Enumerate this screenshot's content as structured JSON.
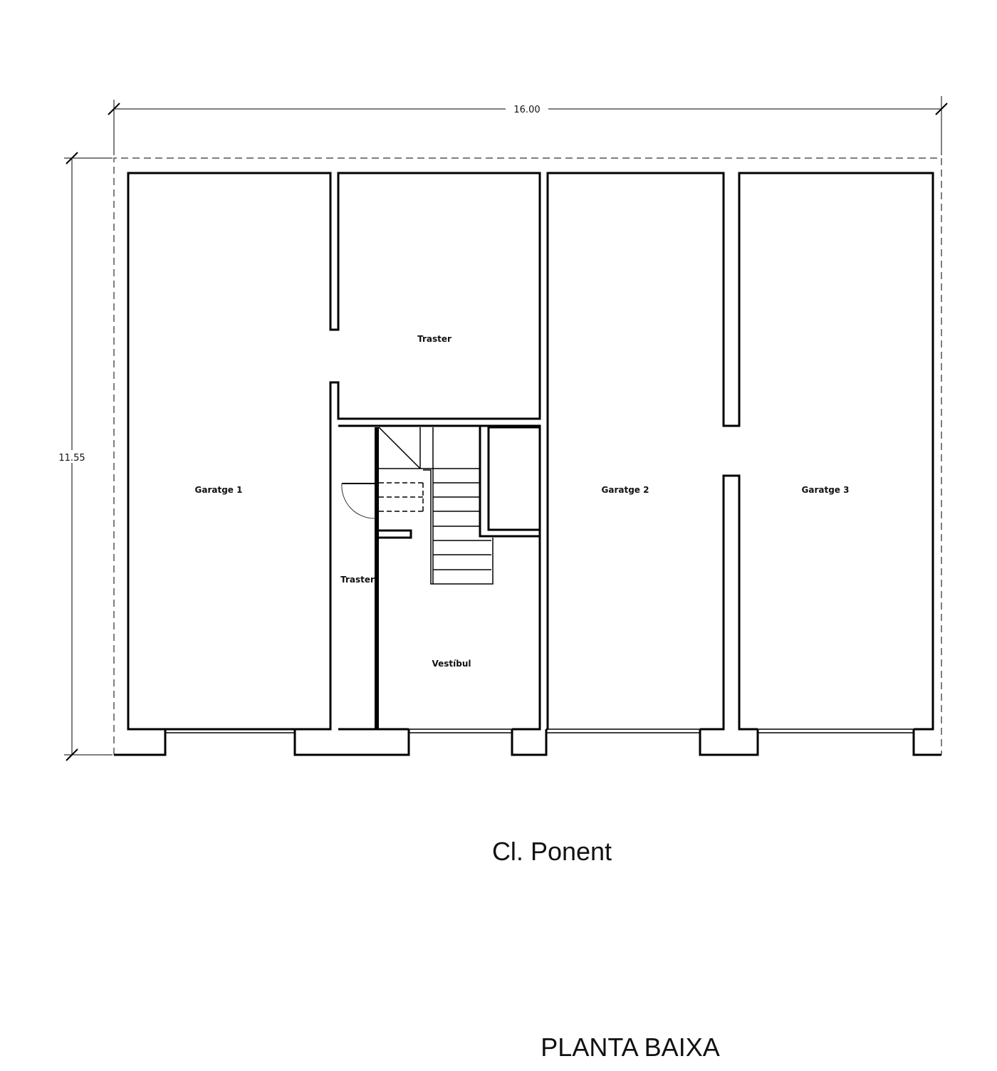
{
  "dimensions": {
    "width": "16.00",
    "height": "11.55"
  },
  "rooms": {
    "garage1": "Garatge 1",
    "storage_top": "Traster",
    "storage_small": "Traster",
    "vestibule": "Vestíbul",
    "garage2": "Garatge 2",
    "garage3": "Garatge 3"
  },
  "street": "Cl. Ponent",
  "title": "PLANTA BAIXA"
}
